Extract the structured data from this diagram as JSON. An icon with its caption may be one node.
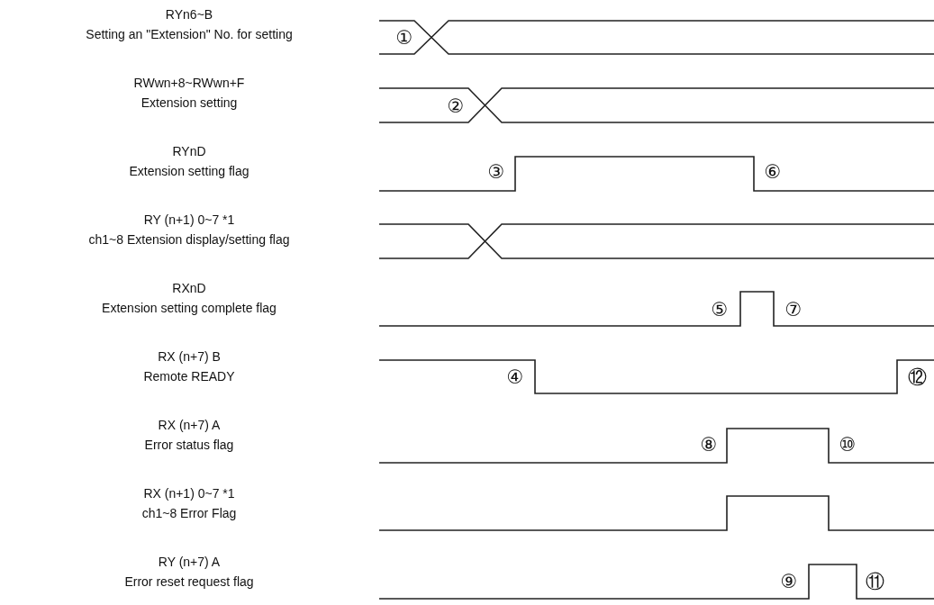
{
  "diagram": {
    "labels": [
      "RYn6~B",
      "Setting an \"Extension\" No. for setting",
      "①",
      "RWwn+8~RWwn+F",
      "Extension setting",
      "②",
      "RYnD",
      "Extension setting flag",
      "③",
      "⑥",
      "RY (n+1) 0~7 *1",
      "ch1~8 Extension display/setting flag",
      "RXnD",
      "Extension setting complete flag",
      "⑤",
      "⑦",
      "RX (n+7) B",
      "Remote READY",
      "④",
      "⑫",
      "RX (n+7) A",
      "Error status flag",
      "⑧",
      "⑩",
      "RX (n+1) 0~7 *1",
      "ch1~8 Error Flag",
      "RY (n+7) A",
      "Error reset request flag",
      "⑨",
      "⑪"
    ]
  }
}
